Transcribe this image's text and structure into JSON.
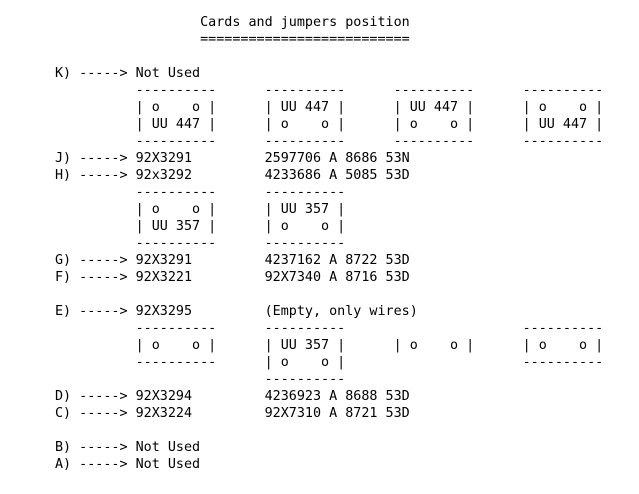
{
  "document": {
    "lines": [
      "                  Cards and jumpers position",
      "                  ==========================",
      "",
      "K) -----> Not Used",
      "          ----------      ----------      ----------      ----------",
      "          | o    o |      | UU 447 |      | UU 447 |      | o    o |",
      "          | UU 447 |      | o    o |      | o    o |      | UU 447 |",
      "          ----------      ----------      ----------      ----------",
      "J) -----> 92X3291         2597706 A 8686 53N",
      "H) -----> 92x3292         4233686 A 5085 53D",
      "          ----------      ----------",
      "          | o    o |      | UU 357 |",
      "          | UU 357 |      | o    o |",
      "          ----------      ----------",
      "G) -----> 92X3291         4237162 A 8722 53D",
      "F) -----> 92X3221         92X7340 A 8716 53D",
      "",
      "E) -----> 92X3295         (Empty, only wires)",
      "          ----------      ----------                      ----------",
      "          | o    o |      | UU 357 |      | o    o |      | o    o |",
      "          ----------      | o    o |                      ----------",
      "                          ----------",
      "D) -----> 92X3294         4236923 A 8688 53D",
      "C) -----> 92X3224         92X7310 A 8721 53D",
      "",
      "B) -----> Not Used",
      "A) -----> Not Used"
    ]
  }
}
